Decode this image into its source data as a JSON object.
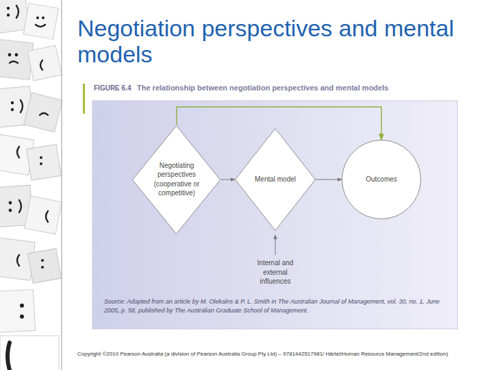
{
  "diagram": {
    "title": "Negotiation perspectives and mental models",
    "nodes": [
      {
        "text": [
          "Negotiating perspectives (cooperative or competitive)"
        ]
      },
      {
        "text": [
          "Mental model"
        ]
      },
      {
        "text": [
          "Outcomes"
        ]
      }
    ],
    "edges": [
      {
        "from": 0,
        "to": 1,
        "arrow": "to"
      },
      {
        "from": 1,
        "to": 2,
        "arrow": "to"
      },
      {
        "from": 0,
        "to": 2,
        "arrow": "to"
      }
    ],
    "labels": [
      "FIGURE 6.4",
      "The relationship between negotiation perspectives and mental models",
      "Internal and external influences",
      "Source: Adapted from an article by M. Olekalns & P. L. Smith in The Australian Journal of Management, vol. 30, no. 1, June 2005, p. 58, published by The Australian Graduate School of Management.",
      "Copyright ©2010 Pearson Australia (a division of Pearson Australia Group Pty Ltd) – 9781442517981/ Härtel/Human Resource Management/2nd edition)"
    ]
  }
}
